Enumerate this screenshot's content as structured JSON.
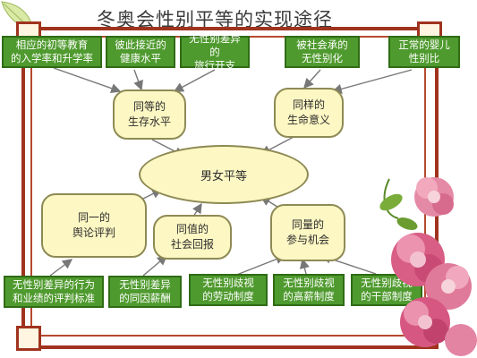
{
  "title": "冬奥会性别平等的实现途径",
  "center": "男女平等",
  "top_boxes": [
    "相应的初等教育\n的入学率和升学率",
    "彼此接近的\n健康水平",
    "无性别差异的\n旅行开支",
    "被社会承的\n无性别化",
    "正常的婴儿\n性别比"
  ],
  "mid_top": [
    "同等的\n生存水平",
    "同样的\n生命意义"
  ],
  "mid_bottom": [
    "同一的\n舆论评判",
    "同值的\n社会回报",
    "同量的\n参与机会"
  ],
  "bottom_boxes": [
    "无性别差异的行为\n和业绩的评判标准",
    "无性别差异\n的同因薪酬",
    "无性别歧视\n的劳动制度",
    "无性别歧视\n的高薪制度",
    "无性别歧视\n的干部制度"
  ],
  "colors": {
    "frame": "#a0331e",
    "green_box": "#4f9a2e",
    "yellow_box": "#fdf7c3",
    "arrow": "#777777"
  }
}
